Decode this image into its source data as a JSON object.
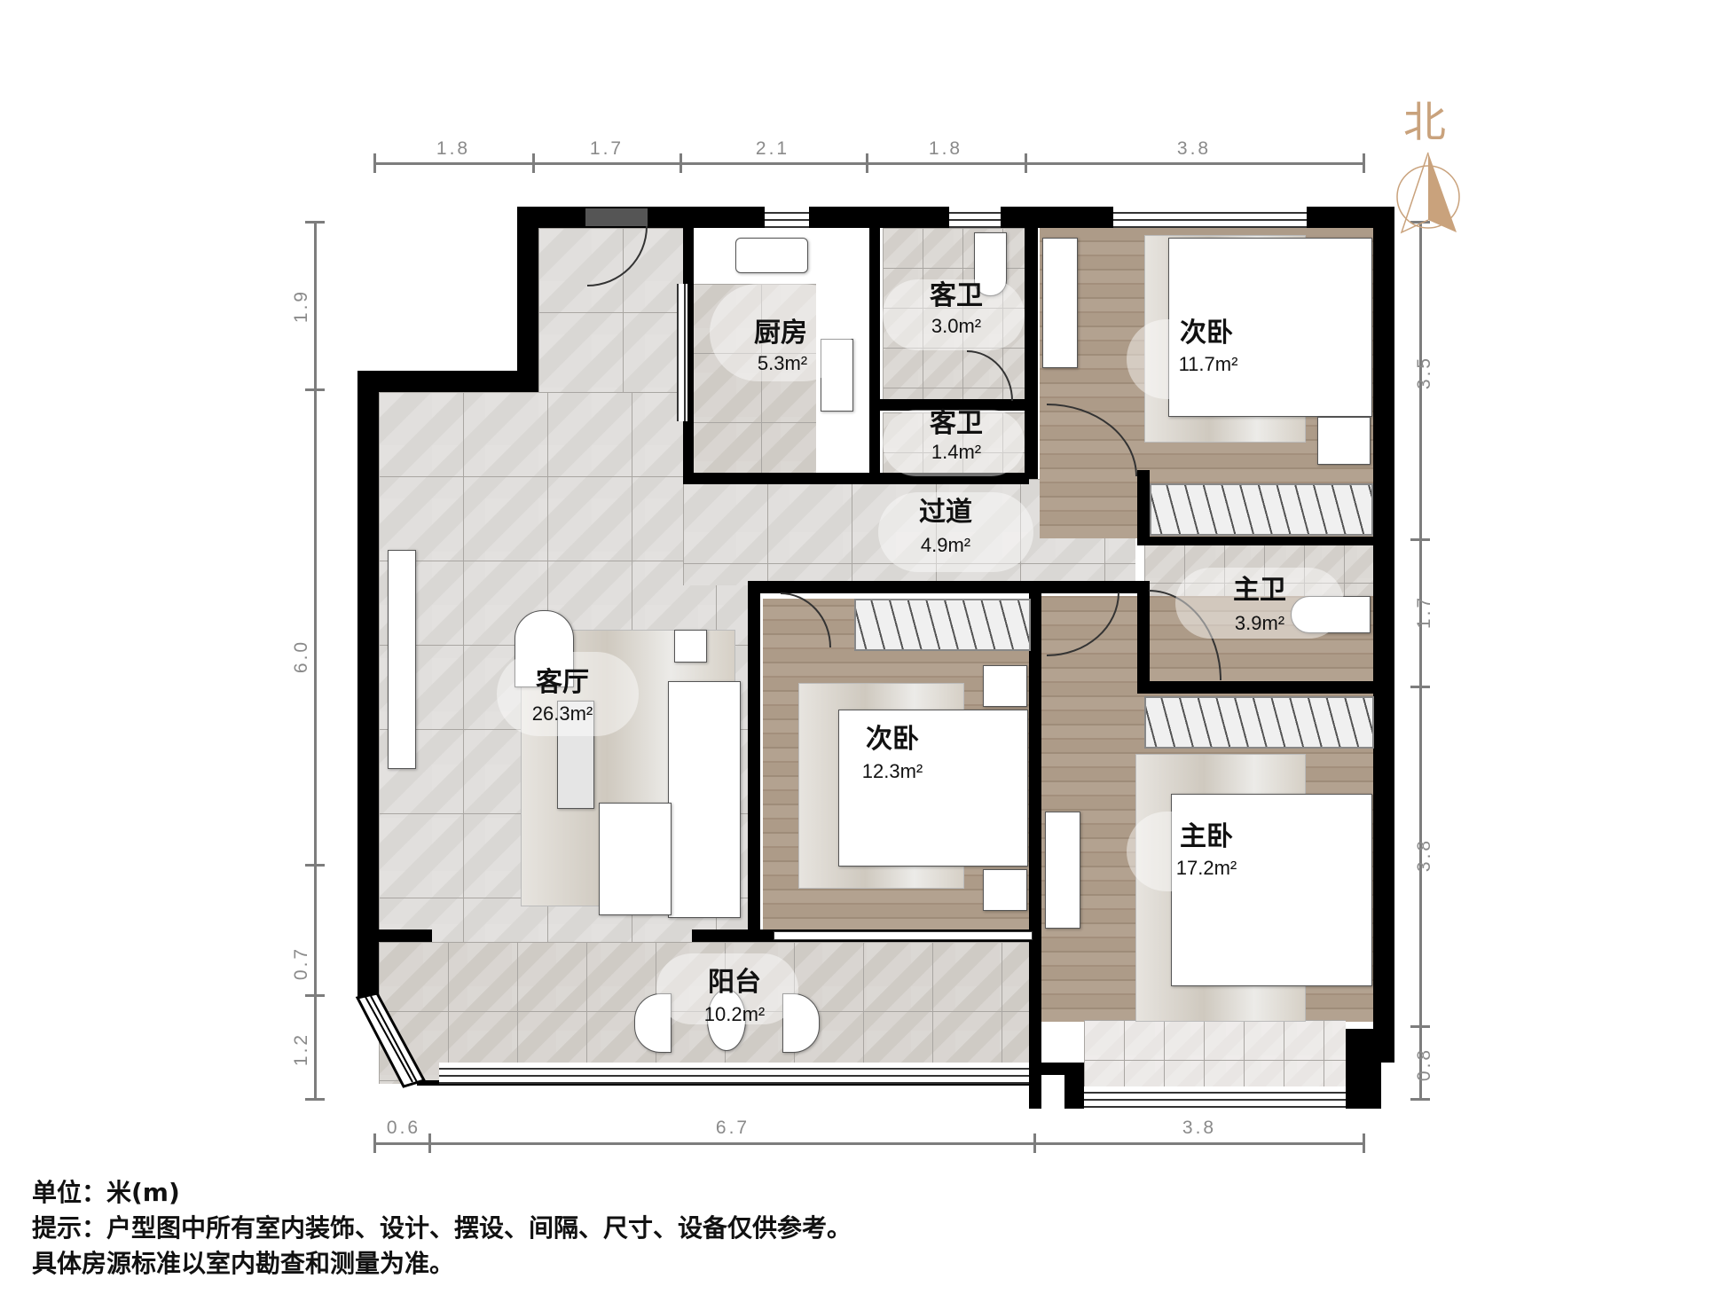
{
  "compass": {
    "label": "北",
    "color": "#c9a27c"
  },
  "dimensions": {
    "top": [
      "1.8",
      "1.7",
      "2.1",
      "1.8",
      "3.8"
    ],
    "bottom": [
      "0.6",
      "6.7",
      "3.8"
    ],
    "left": [
      "1.9",
      "6.0",
      "0.7",
      "1.2"
    ],
    "right": [
      "3.5",
      "1.7",
      "3.8",
      "0.8"
    ]
  },
  "rooms": {
    "kitchen": {
      "name": "厨房",
      "area": "5.3m²"
    },
    "guest_bath_1": {
      "name": "客卫",
      "area": "3.0m²"
    },
    "guest_bath_2": {
      "name": "客卫",
      "area": "1.4m²"
    },
    "second_bedroom_north": {
      "name": "次卧",
      "area": "11.7m²"
    },
    "corridor": {
      "name": "过道",
      "area": "4.9m²"
    },
    "living_room": {
      "name": "客厅",
      "area": "26.3m²"
    },
    "second_bedroom_middle": {
      "name": "次卧",
      "area": "12.3m²"
    },
    "master_bath": {
      "name": "主卫",
      "area": "3.9m²"
    },
    "master_bedroom": {
      "name": "主卧",
      "area": "17.2m²"
    },
    "balcony": {
      "name": "阳台",
      "area": "10.2m²"
    }
  },
  "footer": {
    "unit": "单位：米(m)",
    "note": "提示：户型图中所有室内装饰、设计、摆设、间隔、尺寸、设备仅供参考。",
    "disclaimer": "具体房源标准以室内勘查和测量为准。"
  },
  "colors": {
    "wall": "#000000",
    "dimension": "#7d7d7d",
    "wood_floor": "#a89684",
    "tile_floor": "#d9d7d4"
  }
}
